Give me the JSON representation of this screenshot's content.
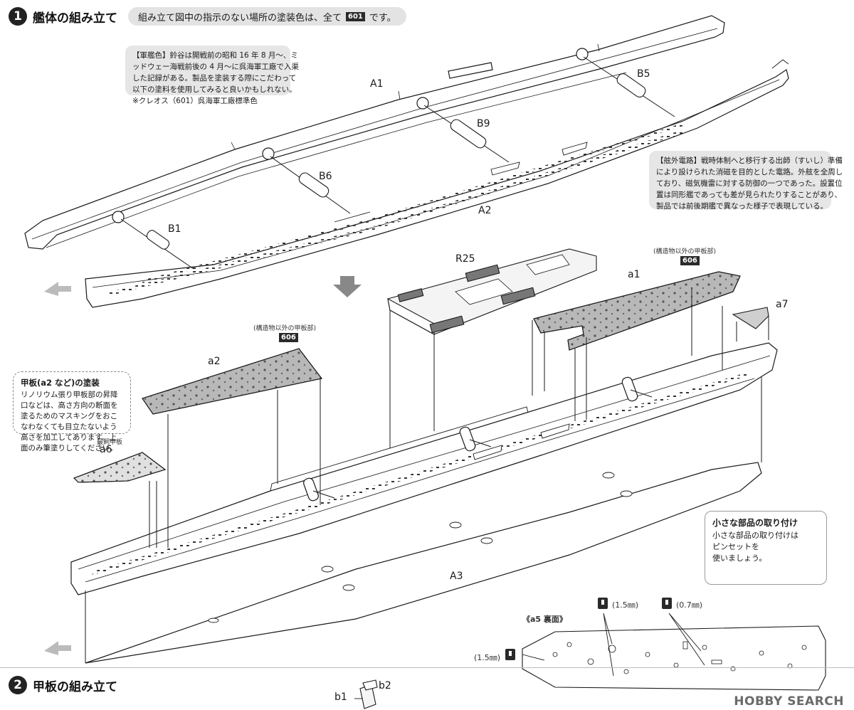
{
  "step1": {
    "number": "1",
    "title": "艦体の組み立て",
    "note_before": "組み立て図中の指示のない場所の塗装色は、全て",
    "note_code": "601",
    "note_after": "です。"
  },
  "info_hull_color": {
    "lines": [
      "【軍艦色】鈴谷は開戦前の昭和 16 年 8 月〜、ミ",
      "ッドウェー海戦前後の 4 月〜に呉海軍工廠で入渠",
      "した記録がある。製品を塗装する際にこだわって",
      "以下の塗料を使用してみると良いかもしれない。",
      "※クレオス（601）呉海軍工廠標準色"
    ]
  },
  "info_degaussing": {
    "lines": [
      "【舷外電路】戦時体制へと移行する出師（すいし）準備",
      "により設けられた消磁を目的とした電路。外舷を全周し",
      "ており、磁気機雷に対する防御の一つであった。設置位",
      "置は同形艦であっても差が見られたりすることがあり、",
      "製品では前後期艦で異なった様子で表現している。"
    ]
  },
  "deck_painting_box": {
    "title": "甲板(a2 など)の塗装",
    "lines": [
      "リノリウム張り甲板部の昇降口などは、高さ方向の断面を塗るためのマスキングをおこなわなくても目立たないよう高さを加工してあります。上面のみ筆塗りしてください。"
    ]
  },
  "small_parts_tip": {
    "title": "小さな部品の取り付け",
    "lines": [
      "小さな部品の取り付けは",
      "ピンセットを",
      "使いましょう。"
    ]
  },
  "part_labels": {
    "A1": "A1",
    "A2": "A2",
    "A3": "A3",
    "B1": "B1",
    "B5": "B5",
    "B6": "B6",
    "B9": "B9",
    "R25": "R25",
    "a1": "a1",
    "a2": "a2",
    "a6": "a6",
    "a7": "a7",
    "b1": "b1",
    "b2": "b2"
  },
  "deck_notes": {
    "a1_note": "(構造物以外の甲板部)",
    "a1_code": "606",
    "a2_note": "(構造物以外の甲板部)",
    "a2_code": "606",
    "a6_note": "最飼甲板"
  },
  "a5_view": {
    "title": "《a5 裏面》",
    "dim1": "(1.5㎜)",
    "dim2": "(0.7㎜)",
    "dim3": "(1.5㎜)"
  },
  "step2": {
    "number": "2",
    "title": "甲板の組み立て"
  },
  "watermark": "HOBBY SEARCH",
  "colors": {
    "line": "#1a1a1a",
    "panel_gray": "#e6e6e6",
    "deck_gray": "#b8b8b8",
    "badge": "#2a2a2a"
  }
}
